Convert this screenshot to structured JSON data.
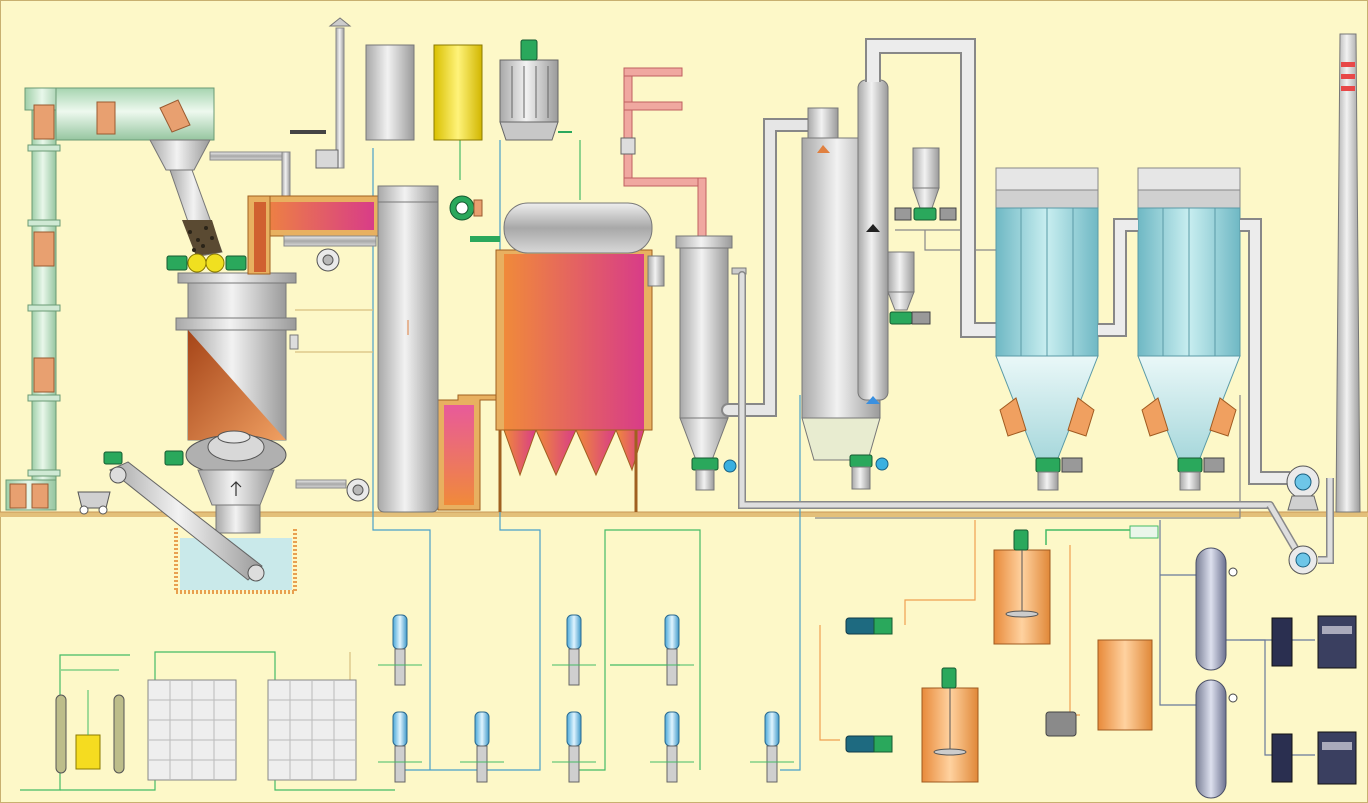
{
  "scene": {
    "title": "",
    "background": "#fdf8c8",
    "ground_color": "#e0b070",
    "colors": {
      "pipe_gray": "#b8b8b8",
      "pipe_green": "#b8dcc0",
      "hot_orange": "#f08040",
      "hot_magenta": "#d84080",
      "filter_teal": "#9fd6da",
      "motor_green": "#2aa85c",
      "pump_blue": "#6ec6e8",
      "yellow_tank": "#f5dc20",
      "orange_tank": "#f5a860",
      "water_blue": "#bfe6f0"
    }
  },
  "equipment": [
    {
      "name": "bucket-elevator-left",
      "icon": "bucket-elevator"
    },
    {
      "name": "feed-conveyor-top",
      "icon": "conveyor"
    },
    {
      "name": "feed-hopper",
      "icon": "hopper"
    },
    {
      "name": "double-roller-feeder",
      "icon": "roller-feeder"
    },
    {
      "name": "gasifier-reactor",
      "icon": "reactor"
    },
    {
      "name": "ash-scraper-conveyor",
      "icon": "scraper-conveyor"
    },
    {
      "name": "water-seal-ash-pit",
      "icon": "water-pit"
    },
    {
      "name": "gas-duct-refractory",
      "icon": "duct"
    },
    {
      "name": "gas-cooling-column",
      "icon": "column"
    },
    {
      "name": "storage-tank-gray",
      "icon": "tank"
    },
    {
      "name": "storage-tank-yellow",
      "icon": "tank"
    },
    {
      "name": "cooling-tower",
      "icon": "cooling-tower"
    },
    {
      "name": "waste-heat-boiler",
      "icon": "boiler"
    },
    {
      "name": "steam-drum",
      "icon": "drum"
    },
    {
      "name": "cyclone-separator",
      "icon": "cyclone"
    },
    {
      "name": "quench-tower",
      "icon": "quench-tower"
    },
    {
      "name": "lime-silo-upper",
      "icon": "silo"
    },
    {
      "name": "lime-silo-lower",
      "icon": "silo"
    },
    {
      "name": "bag-filter-1",
      "icon": "bag-filter"
    },
    {
      "name": "bag-filter-2",
      "icon": "bag-filter"
    },
    {
      "name": "induced-draft-fan",
      "icon": "fan"
    },
    {
      "name": "chimney-stack",
      "icon": "stack"
    },
    {
      "name": "agitator-tank-1",
      "icon": "agitator-tank"
    },
    {
      "name": "agitator-tank-2",
      "icon": "agitator-tank"
    },
    {
      "name": "reagent-tank",
      "icon": "tank"
    },
    {
      "name": "gas-cylinders",
      "icon": "cylinder"
    },
    {
      "name": "control-cabinets",
      "icon": "cabinet"
    }
  ]
}
